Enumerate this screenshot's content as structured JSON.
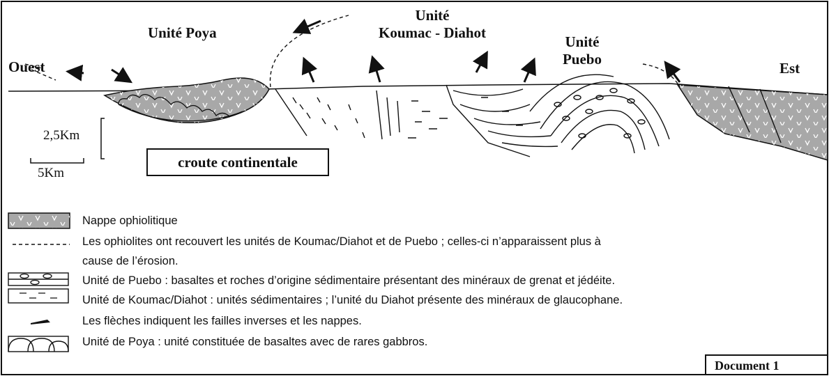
{
  "labels": {
    "west": "Ouest",
    "east": "Est",
    "poya": "Unité Poya",
    "koumac_line1": "Unité",
    "koumac_line2": "Koumac - Diahot",
    "puebo_line1": "Unité",
    "puebo_line2": "Puebo",
    "crust": "croute continentale"
  },
  "scale": {
    "vertical": "2,5Km",
    "horizontal": "5Km"
  },
  "legend": [
    {
      "symbol": "ophiolite-swatch",
      "text": "Nappe ophiolitique"
    },
    {
      "symbol": "dashed-line",
      "text": "Les ophiolites ont recouvert les unités de Koumac/Diahot et de Puebo ; celles-ci n’apparaissent plus à"
    },
    {
      "symbol": "none",
      "text": "cause de l’érosion."
    },
    {
      "symbol": "puebo-swatch",
      "text": "Unité de Puebo : basaltes et roches d’origine sédimentaire présentant des minéraux de grenat et jédéite."
    },
    {
      "symbol": "koumac-swatch",
      "text": "Unité de Koumac/Diahot : unités sédimentaires ; l’unité du Diahot présente des minéraux de glaucophane."
    },
    {
      "symbol": "arrow",
      "text": "Les flèches indiquent les failles inverses et les nappes."
    },
    {
      "symbol": "poya-swatch",
      "text": "Unité de Poya : unité constituée de basaltes avec de rares gabbros."
    }
  ],
  "document_label": "Document 1",
  "colors": {
    "ophiolite": "#a8a8a8",
    "ink": "#111111",
    "paper": "#ffffff"
  }
}
